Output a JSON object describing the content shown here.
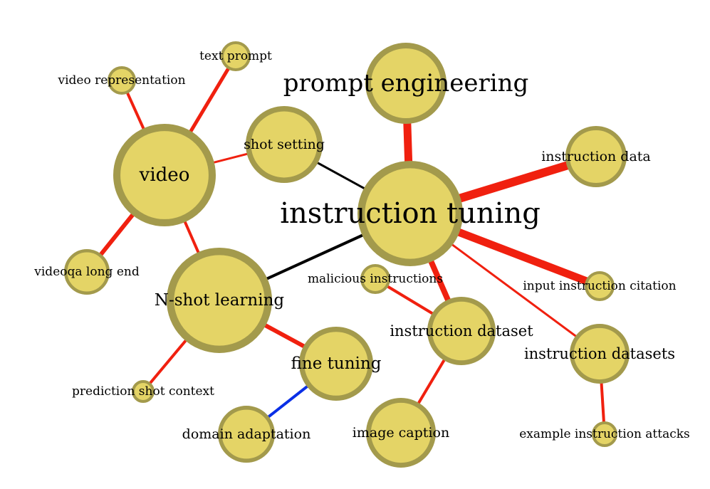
{
  "colors": {
    "node_fill": "#e4d466",
    "node_ring": "#a39a4c",
    "edge_red": "#f0200f",
    "edge_black": "#000000",
    "edge_blue": "#0a2fe6"
  },
  "nodes": [
    {
      "id": "instruction-tuning",
      "label": "instruction tuning"
    },
    {
      "id": "prompt-engineering",
      "label": "prompt engineering"
    },
    {
      "id": "instruction-data",
      "label": "instruction data"
    },
    {
      "id": "input-instruction-citation",
      "label": "input instruction citation"
    },
    {
      "id": "instruction-datasets",
      "label": "instruction datasets"
    },
    {
      "id": "example-instruction-attacks",
      "label": "example instruction attacks"
    },
    {
      "id": "instruction-dataset",
      "label": "instruction dataset"
    },
    {
      "id": "image-caption",
      "label": "image caption"
    },
    {
      "id": "malicious-instructions",
      "label": "malicious instructions"
    },
    {
      "id": "n-shot-learning",
      "label": "N-shot learning"
    },
    {
      "id": "fine-tuning",
      "label": "fine tuning"
    },
    {
      "id": "domain-adaptation",
      "label": "domain adaptation"
    },
    {
      "id": "prediction-shot-context",
      "label": "prediction shot context"
    },
    {
      "id": "video",
      "label": "video"
    },
    {
      "id": "videoqa-long-end",
      "label": "videoqa long end"
    },
    {
      "id": "video-representation",
      "label": "video representation"
    },
    {
      "id": "text-prompt",
      "label": "text prompt"
    },
    {
      "id": "shot-setting",
      "label": "shot setting"
    }
  ],
  "edges": [
    {
      "source": "instruction-tuning",
      "target": "prompt-engineering",
      "color": "red"
    },
    {
      "source": "instruction-tuning",
      "target": "instruction-data",
      "color": "red"
    },
    {
      "source": "instruction-tuning",
      "target": "input-instruction-citation",
      "color": "red"
    },
    {
      "source": "instruction-tuning",
      "target": "instruction-datasets",
      "color": "red"
    },
    {
      "source": "instruction-tuning",
      "target": "instruction-dataset",
      "color": "red"
    },
    {
      "source": "instruction-tuning",
      "target": "shot-setting",
      "color": "black"
    },
    {
      "source": "instruction-tuning",
      "target": "n-shot-learning",
      "color": "black"
    },
    {
      "source": "instruction-datasets",
      "target": "example-instruction-attacks",
      "color": "red"
    },
    {
      "source": "instruction-dataset",
      "target": "image-caption",
      "color": "red"
    },
    {
      "source": "instruction-dataset",
      "target": "malicious-instructions",
      "color": "red"
    },
    {
      "source": "n-shot-learning",
      "target": "fine-tuning",
      "color": "red"
    },
    {
      "source": "n-shot-learning",
      "target": "prediction-shot-context",
      "color": "red"
    },
    {
      "source": "n-shot-learning",
      "target": "video",
      "color": "red"
    },
    {
      "source": "fine-tuning",
      "target": "domain-adaptation",
      "color": "blue"
    },
    {
      "source": "video",
      "target": "videoqa-long-end",
      "color": "red"
    },
    {
      "source": "video",
      "target": "video-representation",
      "color": "red"
    },
    {
      "source": "video",
      "target": "text-prompt",
      "color": "red"
    },
    {
      "source": "video",
      "target": "shot-setting",
      "color": "red"
    }
  ]
}
